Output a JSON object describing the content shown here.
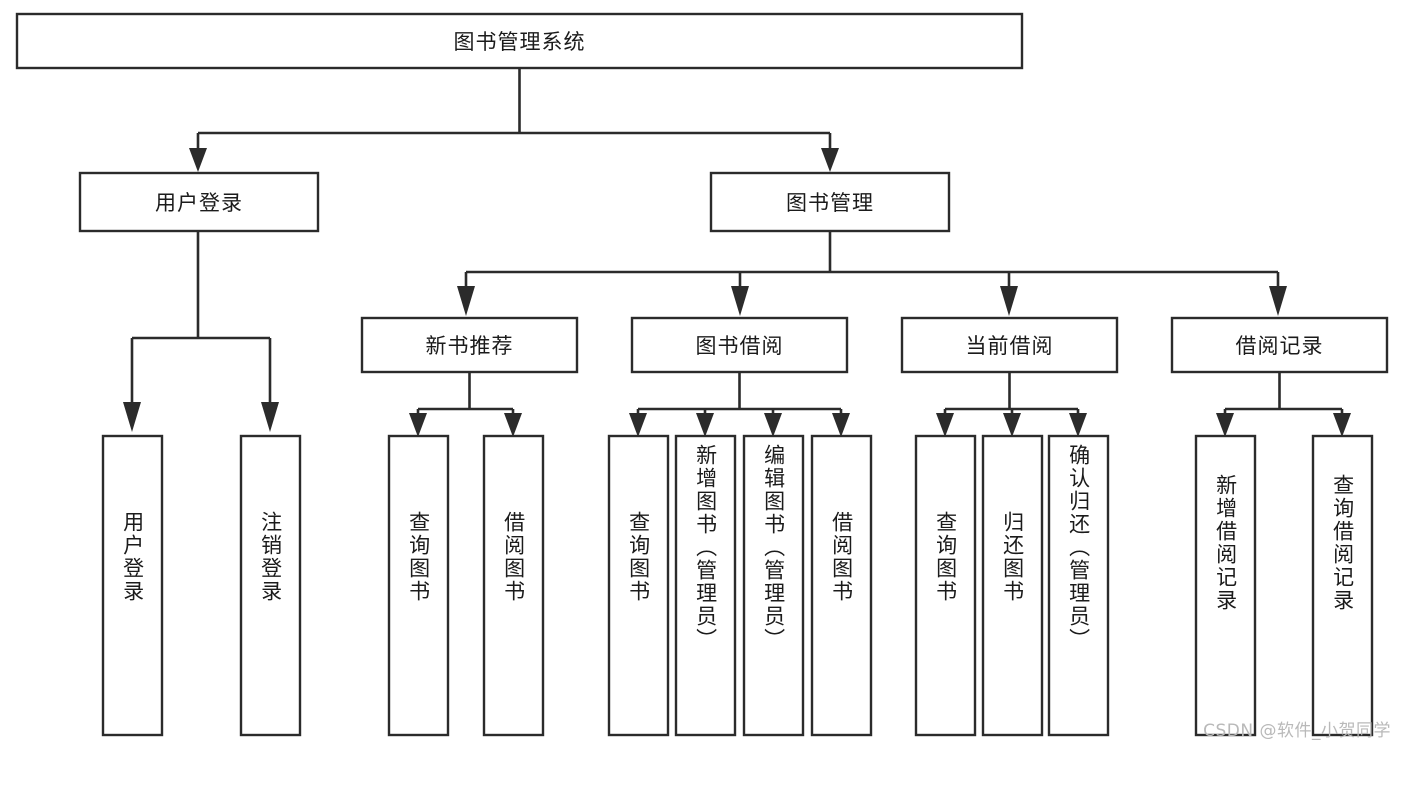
{
  "diagram": {
    "title": "图书管理系统",
    "type": "tree-hierarchy",
    "watermark": "CSDN @软件_小贺同学",
    "colors": {
      "box_stroke": "#2b2b2b",
      "box_fill": "#ffffff",
      "text": "#1b1b1b",
      "background": "#ffffff",
      "watermark": "#b9b9b9"
    },
    "root": {
      "label": "图书管理系统"
    },
    "level2": [
      {
        "label": "用户登录"
      },
      {
        "label": "图书管理"
      }
    ],
    "level3": [
      {
        "label": "新书推荐"
      },
      {
        "label": "图书借阅"
      },
      {
        "label": "当前借阅"
      },
      {
        "label": "借阅记录"
      }
    ],
    "leaves": {
      "user_login": [
        {
          "label": "用户登录"
        },
        {
          "label": "注销登录"
        }
      ],
      "new_book_recommend": [
        {
          "label": "查询图书"
        },
        {
          "label": "借阅图书"
        }
      ],
      "book_borrow": [
        {
          "label": "查询图书"
        },
        {
          "label": "新增图书（管理员）"
        },
        {
          "label": "编辑图书（管理员）"
        },
        {
          "label": "借阅图书"
        }
      ],
      "current_borrow": [
        {
          "label": "查询图书"
        },
        {
          "label": "归还图书"
        },
        {
          "label": "确认归还（管理员）"
        }
      ],
      "borrow_record": [
        {
          "label": "新增借阅记录"
        },
        {
          "label": "查询借阅记录"
        }
      ]
    }
  }
}
